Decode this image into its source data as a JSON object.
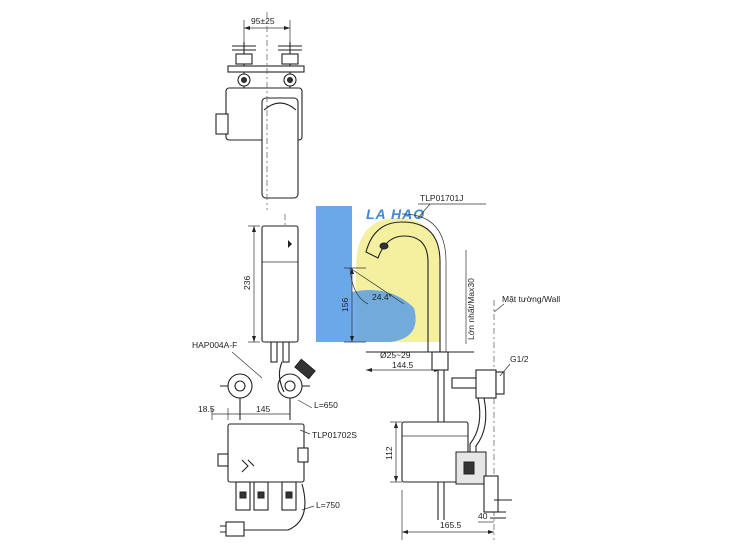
{
  "watermark": {
    "brand": "LA HAO",
    "colors": {
      "blue": "#5a9ee6",
      "yellow": "#f3ee96"
    }
  },
  "labels": {
    "top_width": "95±25",
    "height_236": "236",
    "hap_part": "HAP004A-F",
    "dim_18_5": "18.5",
    "dim_145": "145",
    "cable_650": "L=650",
    "control_box": "TLP01702S",
    "cable_750": "L=750",
    "spout_part": "TLP01701J",
    "height_156": "156",
    "angle": "24.4°",
    "min_clearance": "Lớn nhất/Max30",
    "wall": "Mặt tường/Wall",
    "diameter": "Ø25~29",
    "reach": "144.5",
    "thread": "G1/2",
    "dim_112": "112",
    "dim_40": "40",
    "dim_165_5": "165.5"
  }
}
